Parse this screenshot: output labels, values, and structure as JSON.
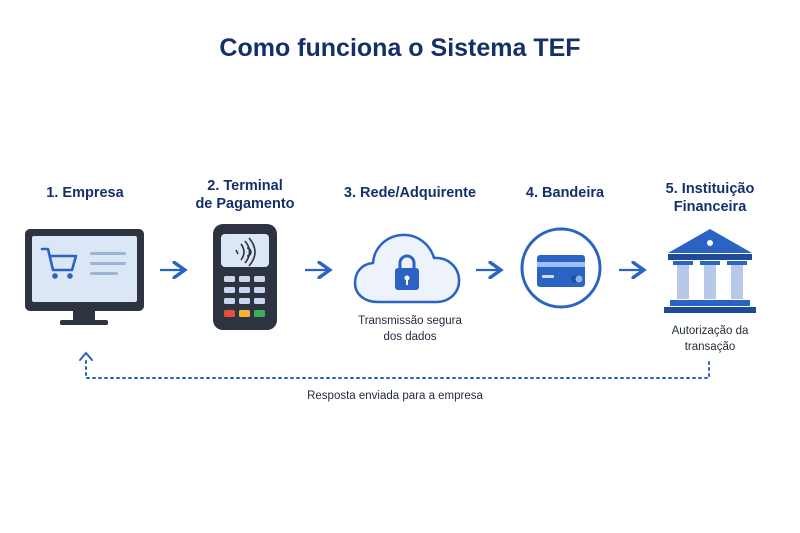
{
  "title": "Como funciona o Sistema TEF",
  "steps": [
    {
      "label": "1. Empresa",
      "icon": "computer-cart-icon"
    },
    {
      "label_line1": "2. Terminal",
      "label_line2": "de Pagamento",
      "icon": "payment-terminal-icon"
    },
    {
      "label": "3. Rede/Adquirente",
      "icon": "cloud-lock-icon",
      "caption_line1": "Transmissão segura",
      "caption_line2": "dos dados"
    },
    {
      "label": "4. Bandeira",
      "icon": "credit-card-icon"
    },
    {
      "label_line1": "5. Instituição",
      "label_line2": "Financeira",
      "icon": "bank-icon",
      "caption_line1": "Autorização da",
      "caption_line2": "transação"
    }
  ],
  "return_caption": "Resposta enviada para a empresa",
  "colors": {
    "navy": "#14306b",
    "blue": "#2b63c4",
    "light_blue": "#dbe6f7",
    "dark_device": "#2d3340"
  }
}
